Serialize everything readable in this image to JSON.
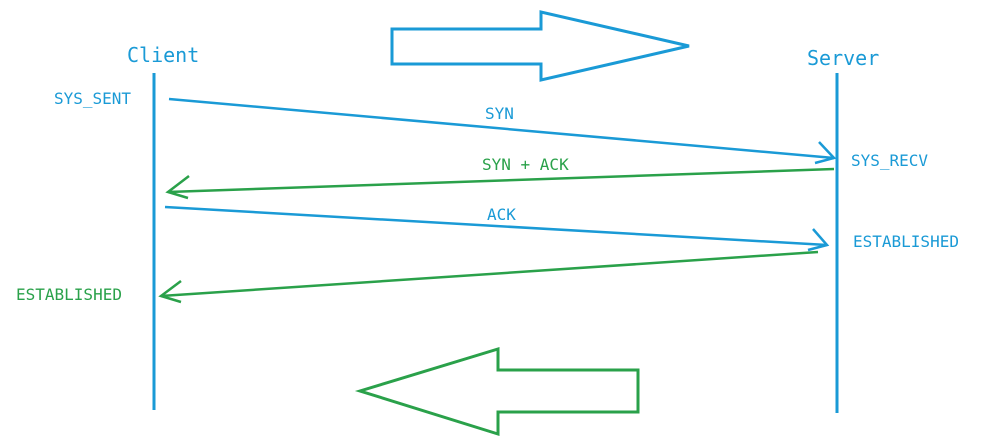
{
  "participants": {
    "client": "Client",
    "server": "Server"
  },
  "states": {
    "client_sent": "SYS_SENT",
    "server_recv": "SYS_RECV",
    "server_established": "ESTABLISHED",
    "client_established": "ESTABLISHED"
  },
  "messages": {
    "syn": "SYN",
    "syn_ack": "SYN + ACK",
    "ack": "ACK"
  },
  "colors": {
    "client_to_server": "#1a9ad6",
    "server_to_client": "#2aa14a"
  },
  "icons": {
    "right_arrow": "block-arrow-right-icon",
    "left_arrow": "block-arrow-left-icon"
  }
}
